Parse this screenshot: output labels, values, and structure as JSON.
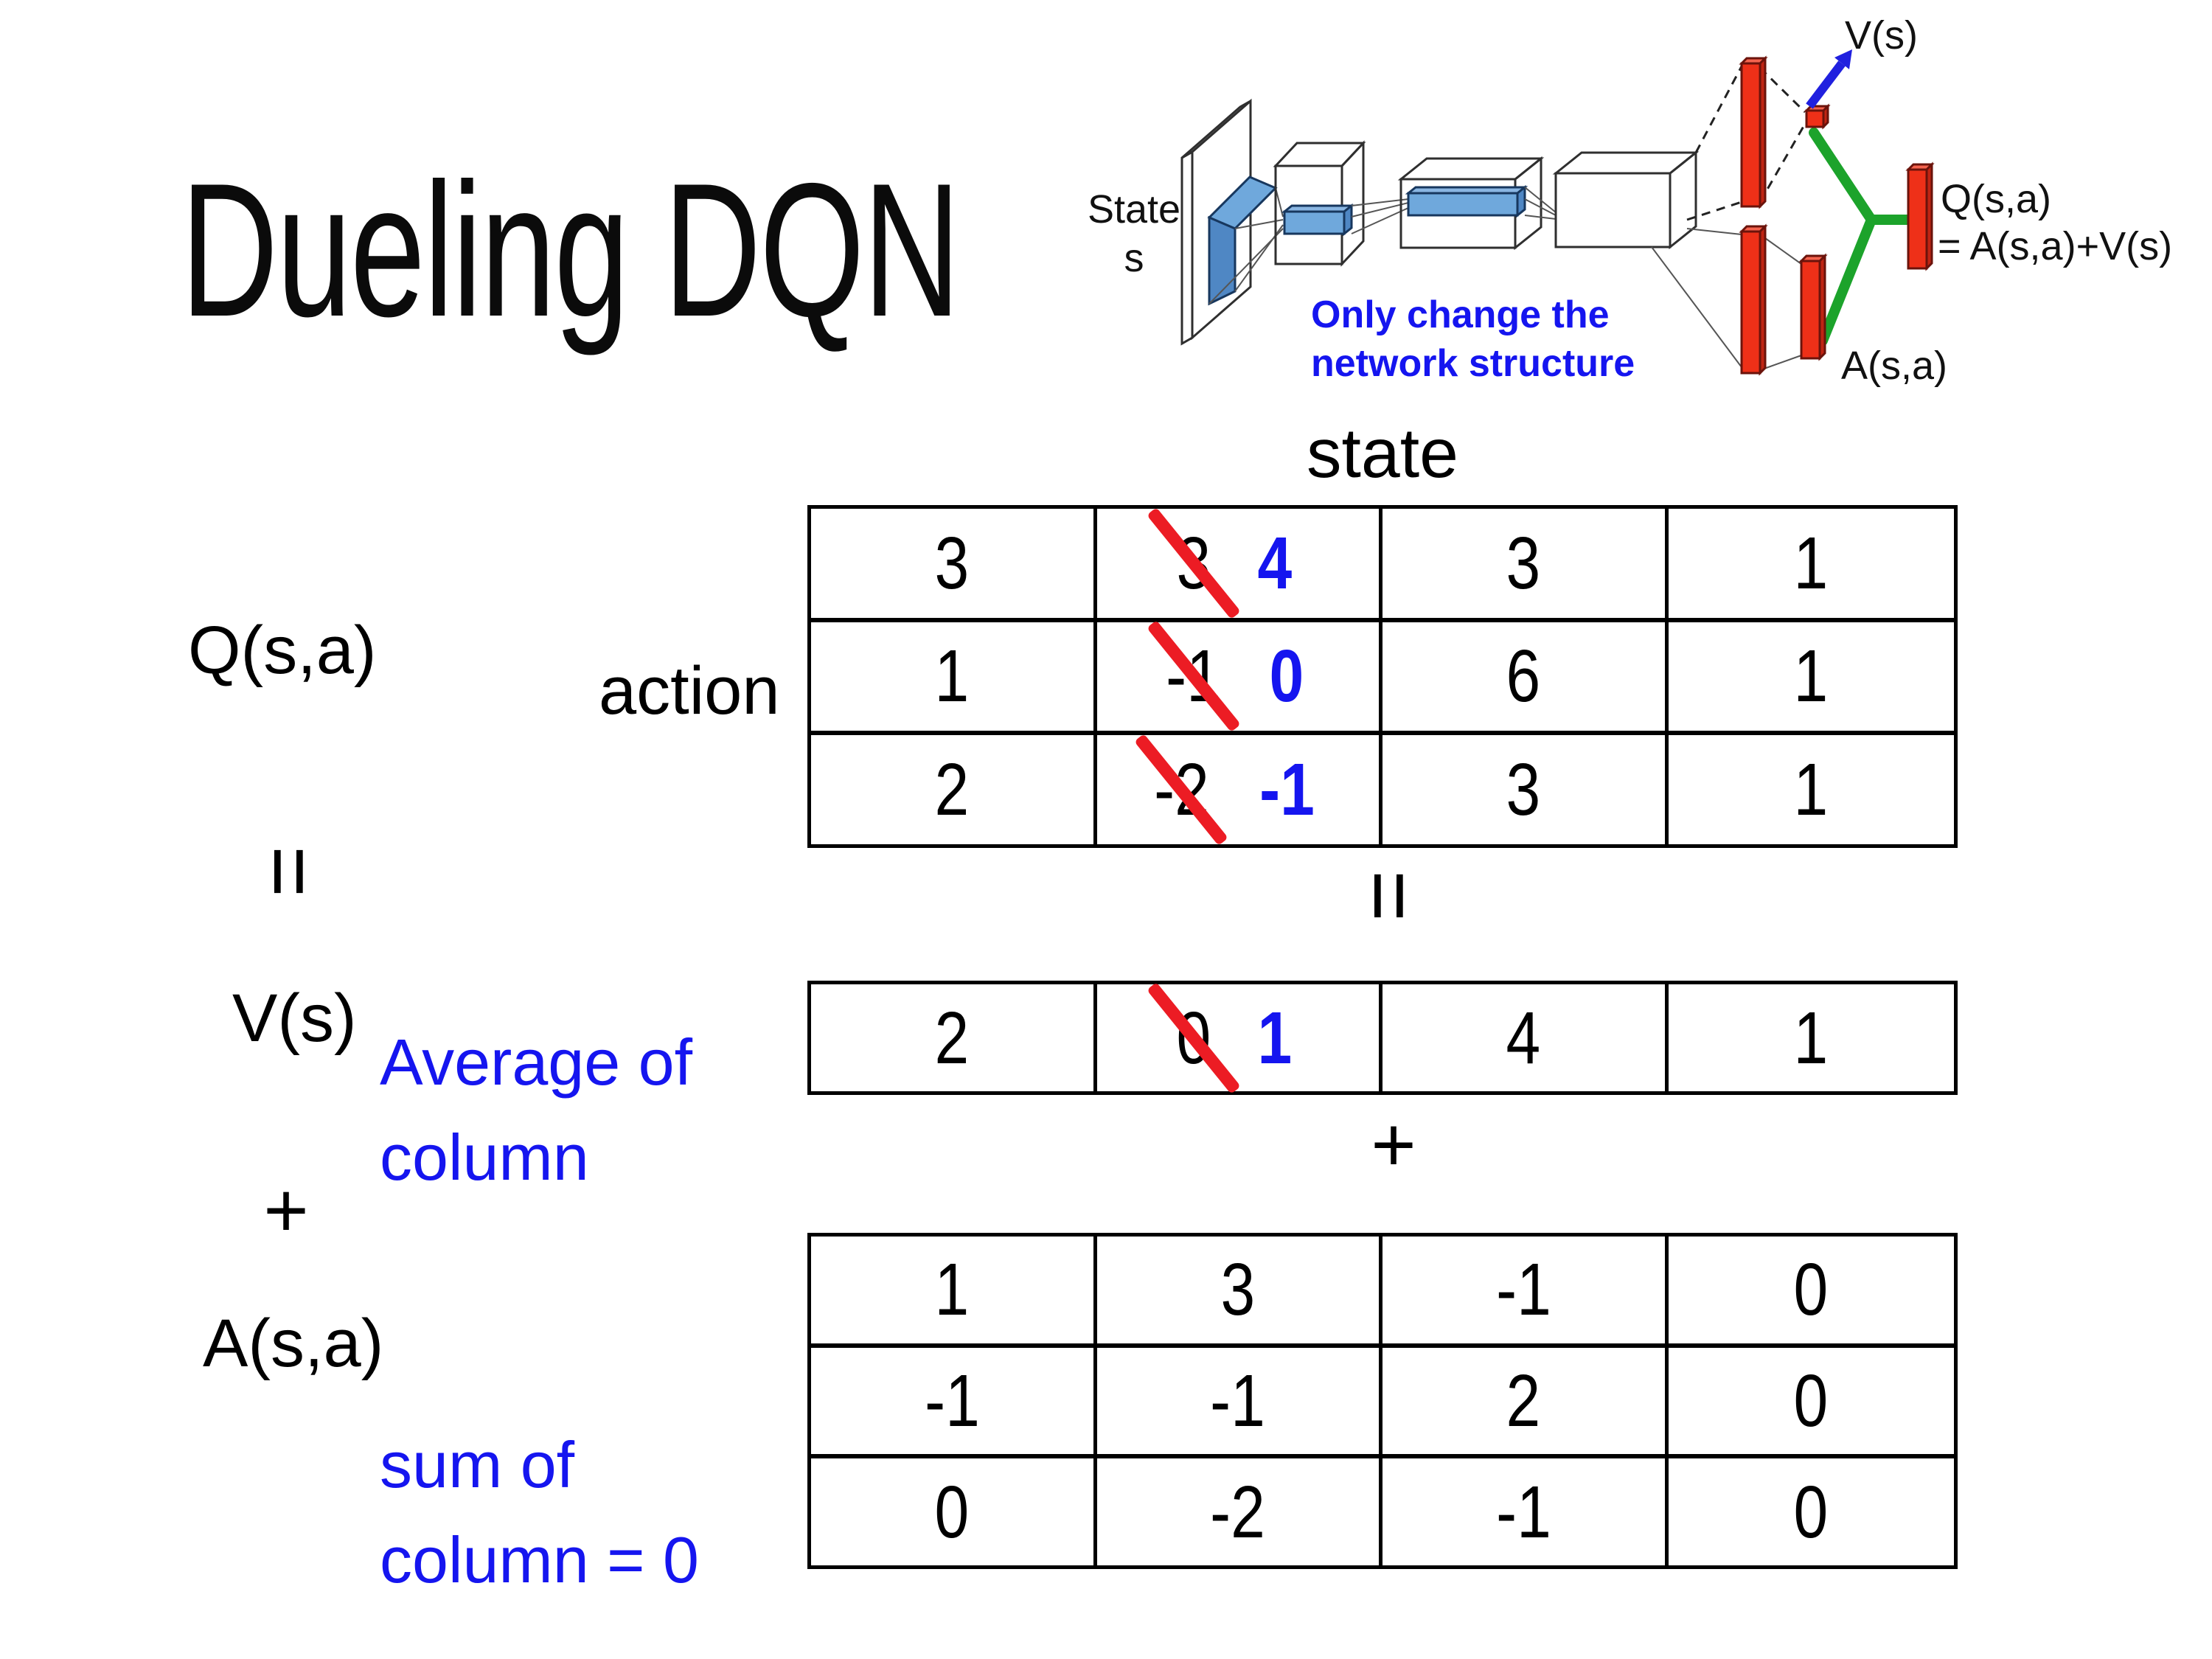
{
  "title": "Dueling DQN",
  "diagram": {
    "state_label_line1": "State",
    "state_label_line2": "s",
    "note_line1": "Only change the",
    "note_line2": "network structure",
    "v_out_label": "V(s)",
    "q_out_label_line1": "Q(s,a)",
    "q_out_label_line2": "= A(s,a)+V(s)",
    "a_out_label": "A(s,a)"
  },
  "labels": {
    "q": "Q(s,a)",
    "action": "action",
    "state": "state",
    "v": "V(s)",
    "a": "A(s,a)",
    "avg_line1": "Average of",
    "avg_line2": "column",
    "sum_line1": "sum of",
    "sum_line2": "column = 0"
  },
  "operators": {
    "equals": "=",
    "plus": "+"
  },
  "colors": {
    "accent_blue": "#1515EF",
    "strike_red": "#EC1C24",
    "diagram_green": "#1CA32B",
    "bar_red": "#EE3018",
    "conv_blue": "#6FA8DC"
  },
  "tables": {
    "q": {
      "rows": [
        {
          "cells": [
            {
              "text": "3"
            },
            {
              "old": "3",
              "new": "4"
            },
            {
              "text": "3"
            },
            {
              "text": "1"
            }
          ]
        },
        {
          "cells": [
            {
              "text": "1"
            },
            {
              "old": "-1",
              "new": "0"
            },
            {
              "text": "6"
            },
            {
              "text": "1"
            }
          ]
        },
        {
          "cells": [
            {
              "text": "2"
            },
            {
              "old": "-2",
              "new": "-1"
            },
            {
              "text": "3"
            },
            {
              "text": "1"
            }
          ]
        }
      ]
    },
    "v": {
      "rows": [
        {
          "cells": [
            {
              "text": "2"
            },
            {
              "old": "0",
              "new": "1"
            },
            {
              "text": "4"
            },
            {
              "text": "1"
            }
          ]
        }
      ]
    },
    "a": {
      "rows": [
        {
          "cells": [
            {
              "text": "1"
            },
            {
              "text": "3"
            },
            {
              "text": "-1"
            },
            {
              "text": "0"
            }
          ]
        },
        {
          "cells": [
            {
              "text": "-1"
            },
            {
              "text": "-1"
            },
            {
              "text": "2"
            },
            {
              "text": "0"
            }
          ]
        },
        {
          "cells": [
            {
              "text": "0"
            },
            {
              "text": "-2"
            },
            {
              "text": "-1"
            },
            {
              "text": "0"
            }
          ]
        }
      ]
    }
  }
}
